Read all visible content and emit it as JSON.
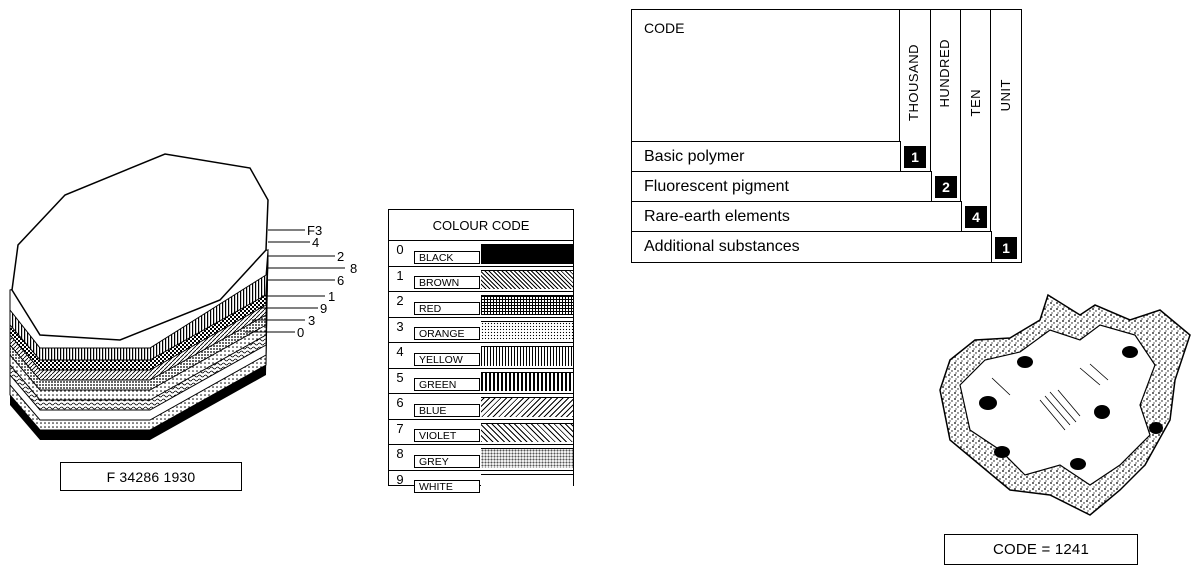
{
  "stack": {
    "layer_labels": [
      "F3",
      "4",
      "2",
      "8",
      "6",
      "1",
      "9",
      "3",
      "0"
    ],
    "caption": "F 34286 1930"
  },
  "colour_code": {
    "title": "COLOUR CODE",
    "rows": [
      {
        "digit": "0",
        "name": "BLACK"
      },
      {
        "digit": "1",
        "name": "BROWN"
      },
      {
        "digit": "2",
        "name": "RED"
      },
      {
        "digit": "3",
        "name": "ORANGE"
      },
      {
        "digit": "4",
        "name": "YELLOW"
      },
      {
        "digit": "5",
        "name": "GREEN"
      },
      {
        "digit": "6",
        "name": "BLUE"
      },
      {
        "digit": "7",
        "name": "VIOLET"
      },
      {
        "digit": "8",
        "name": "GREY"
      },
      {
        "digit": "9",
        "name": "WHITE"
      }
    ]
  },
  "code_table": {
    "header": "CODE",
    "columns": [
      "THOUSAND",
      "HUNDRED",
      "TEN",
      "UNIT"
    ],
    "rows": [
      {
        "label": "Basic polymer",
        "digit": "1"
      },
      {
        "label": "Fluorescent pigment",
        "digit": "2"
      },
      {
        "label": "Rare-earth elements",
        "digit": "4"
      },
      {
        "label": "Additional substances",
        "digit": "1"
      }
    ]
  },
  "particle": {
    "caption": "CODE = 1241"
  }
}
